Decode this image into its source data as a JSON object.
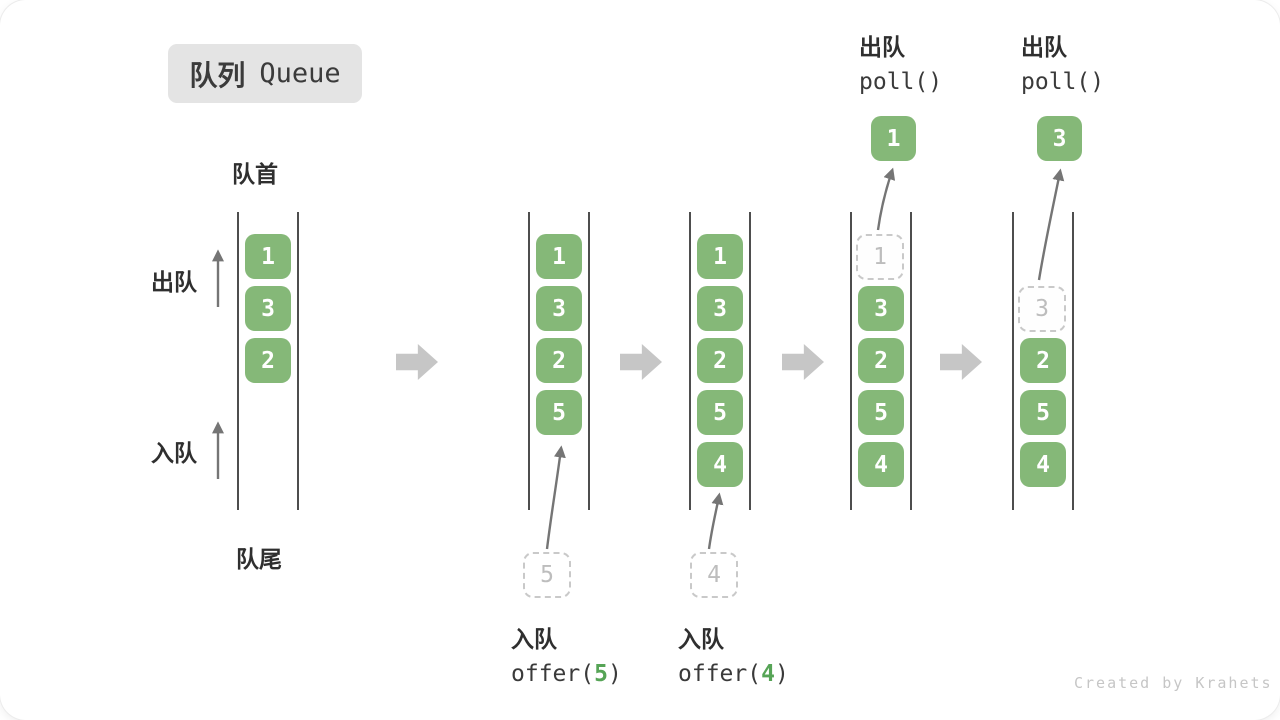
{
  "title": {
    "zh": "队列",
    "en": "Queue"
  },
  "side_labels": {
    "front": "队首",
    "rear": "队尾",
    "dequeue": "出队",
    "enqueue": "入队"
  },
  "ops": {
    "enqueue_zh": "入队",
    "dequeue_zh": "出队",
    "poll_code": "poll()",
    "offer_pre": "offer(",
    "offer_post": ")"
  },
  "states": [
    {
      "boxes": [
        "1",
        "3",
        "2"
      ]
    },
    {
      "boxes": [
        "1",
        "3",
        "2",
        "5"
      ],
      "pending": "5",
      "arg": "5"
    },
    {
      "boxes": [
        "1",
        "3",
        "2",
        "5",
        "4"
      ],
      "pending": "4",
      "arg": "4"
    },
    {
      "dashed": "1",
      "boxes": [
        "3",
        "2",
        "5",
        "4"
      ],
      "polled": "1"
    },
    {
      "dashed": "3",
      "boxes": [
        "2",
        "5",
        "4"
      ],
      "polled": "3"
    }
  ],
  "watermark": "Created by Krahets",
  "colors": {
    "box_green": "#85b878",
    "code_arg_green": "#56a456",
    "block_arrow_gray": "#c6c6c6",
    "thin_arrow_gray": "#757575",
    "dashed_border": "#c9c9c9",
    "badge_bg": "#e4e4e4",
    "text_dark": "#2f2f2f"
  }
}
